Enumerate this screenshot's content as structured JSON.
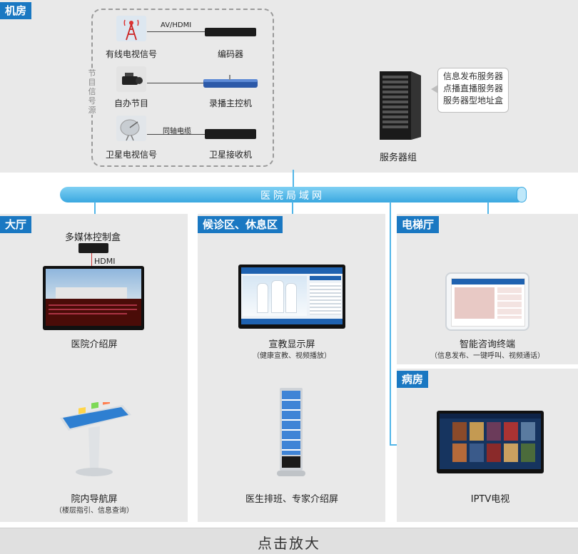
{
  "sections": {
    "machine_room": "机房",
    "lobby": "大厅",
    "waiting": "候诊区、休息区",
    "elevator": "电梯厅",
    "ward": "病房"
  },
  "machine_room": {
    "source_vertical": "节目信号源",
    "row1": {
      "source": "有线电视信号",
      "link": "AV/HDMI",
      "device": "编码器"
    },
    "row2": {
      "source": "自办节目",
      "device": "录播主控机"
    },
    "row3": {
      "source": "卫星电视信号",
      "link": "同轴电缆",
      "device": "卫星接收机"
    },
    "server_label": "服务器组",
    "server_callout": [
      "信息发布服务器",
      "点播直播服务器",
      "服务器型地址盒"
    ]
  },
  "network_label": "医院局域网",
  "lobby": {
    "control_box": "多媒体控制盒",
    "hdmi": "HDMI",
    "screen1": "医院介绍屏",
    "screen2": "院内导航屏",
    "screen2_sub": "（楼层指引、信息查询）"
  },
  "waiting": {
    "screen1": "宣教显示屏",
    "screen1_sub": "（健康宣教、视频播放）",
    "screen2": "医生排班、专家介绍屏"
  },
  "elevator": {
    "terminal": "智能咨询终端",
    "terminal_sub": "（信息发布、一键呼叫、视频通话）"
  },
  "ward": {
    "tv": "IPTV电视"
  },
  "footer": "点击放大",
  "colors": {
    "accent": "#1a78c2",
    "network": "#52b6e8",
    "panel": "#e9e9e9"
  }
}
